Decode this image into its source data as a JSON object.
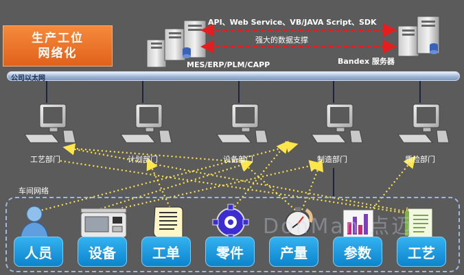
{
  "title_lines": [
    "生产工位",
    "网络化"
  ],
  "api_label": "API、Web Service、VB/JAVA Script、SDK",
  "support_label": "强大的数据支撑",
  "mes_label": "MES/ERP/PLM/CAPP",
  "bandex_label": "Bandex 服务器",
  "bus_label": "公司以太网",
  "workshop_label": "车间网络",
  "departments": [
    "工艺部门",
    "计划部门",
    "设备部门",
    "制造部门",
    "质检部门"
  ],
  "resources": [
    "人员",
    "设备",
    "工单",
    "零件",
    "产量",
    "参数",
    "工艺"
  ],
  "watermark": "DonMan 点迈",
  "colors": {
    "background": "#5b5b5b",
    "title_orange": "#ee7b2e",
    "chip_blue": "#1e9fe3",
    "arrow_red": "#e41e1e",
    "link_yellow": "#ffe64a",
    "bus_blue": "#b7c8e2"
  },
  "icons": {
    "resources": [
      "person-icon",
      "cnc-machine-icon",
      "work-order-icon",
      "gear-part-icon",
      "stopwatch-icon",
      "bar-chart-icon",
      "process-sheet-icon"
    ]
  }
}
